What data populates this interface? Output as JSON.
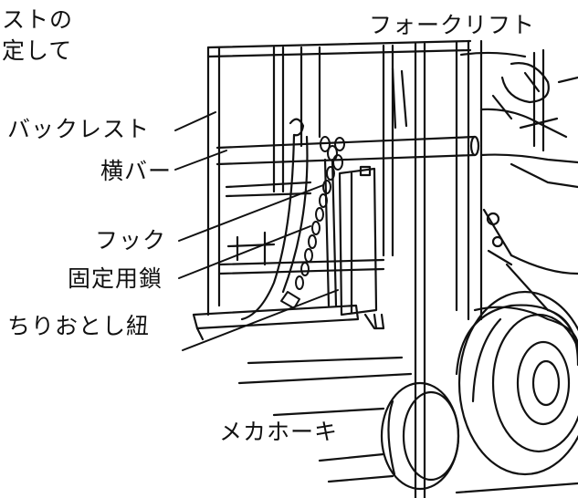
{
  "header": {
    "fragment_line1": "ストの",
    "fragment_line2": "定して",
    "forklift": "フォークリフト"
  },
  "labels": {
    "backrest": "バックレスト",
    "crossbar": "横バー",
    "hook": "フック",
    "fixing_chain": "固定用鎖",
    "dust_string": "ちりおとし紐",
    "maker": "メカホーキ"
  }
}
